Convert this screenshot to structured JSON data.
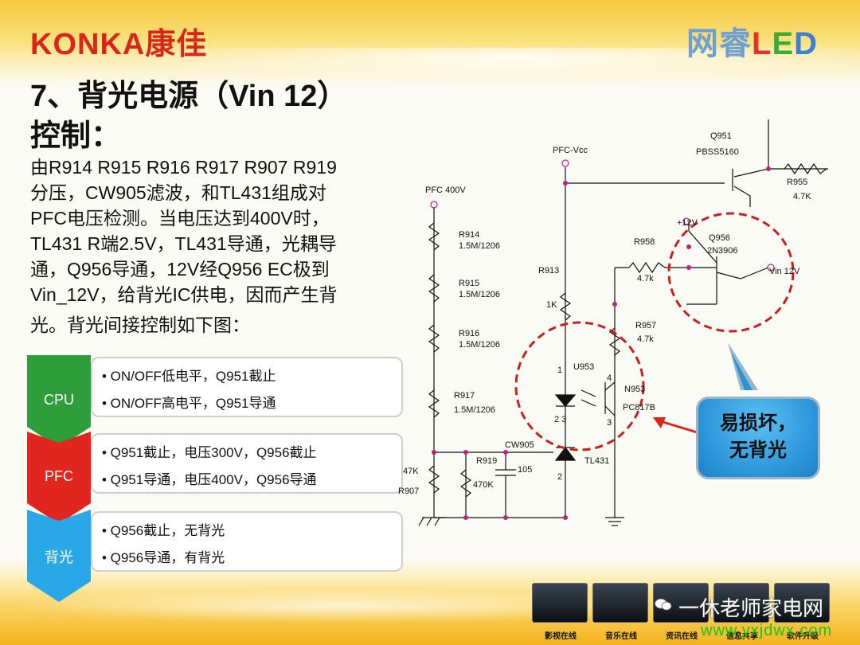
{
  "header": {
    "brand": "KONKA康佳",
    "led_logo": {
      "part1": "网睿",
      "l": "L",
      "e": "E",
      "d": "D"
    }
  },
  "slide": {
    "title_line1": "7、背光电源（Vin 12）",
    "title_line2": "控制：",
    "body_lines": [
      "由R914 R915 R916 R917 R907 R919",
      "分压，CW905滤波，和TL431组成对",
      "PFC电压检测。当电压达到400V时，",
      "TL431 R端2.5V，TL431导通，光耦导",
      "通，Q956导通，12V经Q956 EC极到",
      "Vin_12V，给背光IC供电，因而产生背",
      "光。背光间接控制如下图："
    ]
  },
  "table": [
    {
      "label": "CPU",
      "color": "#2e9e3a",
      "bullets": [
        "• ON/OFF低电平，Q951截止",
        "• ON/OFF高电平，Q951导通"
      ]
    },
    {
      "label": "PFC",
      "color": "#e0261e",
      "bullets": [
        "• Q951截止，电压300V，Q956截止",
        "• Q951导通，电压400V，Q956导通"
      ]
    },
    {
      "label": "背光",
      "color": "#2aa7e6",
      "bullets": [
        "• Q956截止，无背光",
        "• Q956导通，有背光"
      ]
    }
  ],
  "schematic": {
    "labels": {
      "q951": "Q951",
      "pbss": "PBSS5160",
      "pfc_vcc": "PFC-Vcc",
      "r955": "R955",
      "r955_val": "4.7K",
      "pfc400": "PFC 400V",
      "p12v": "+12V",
      "r958": "R958",
      "q956": "Q956",
      "n3906": "2N3906",
      "r958_val": "4.7k",
      "vin12": "Vin 12V",
      "r914": "R914",
      "r914_val": "1.5M/1206",
      "r915": "R915",
      "r915_val": "1.5M/1206",
      "r916": "R916",
      "r916_val": "1.5M/1206",
      "r917": "R917",
      "r917_val": "1.5M/1206",
      "r913": "R913",
      "r913_val": "1K",
      "r957": "R957",
      "r957_val": "4.7k",
      "u953": "U953",
      "n953": "N953",
      "pc817": "PC817B",
      "cw905": "CW905",
      "r919": "R919",
      "r919_val": "470K",
      "c105": "105",
      "tl431": "TL431",
      "r907_val": "47K",
      "r907": "R907",
      "pin1": "1",
      "pin4": "4",
      "pin23": "2 3",
      "pin3": "3",
      "pin2": "2"
    }
  },
  "callout": {
    "line1": "易损坏，",
    "line2": "无背光"
  },
  "footer": {
    "tiles": [
      "影视在线",
      "音乐在线",
      "资讯在线",
      "信息共享",
      "软件升级"
    ],
    "watermark": "一休老师家电网",
    "url": "www.yxjdwx.com"
  }
}
